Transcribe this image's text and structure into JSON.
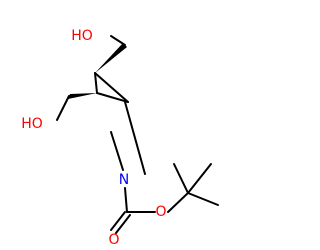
{
  "molecule": {
    "atoms": {
      "hydroxyl_top": {
        "symbol": "HO",
        "color": "#ff0000"
      },
      "hydroxyl_left": {
        "symbol": "HO",
        "color": "#ff0000"
      },
      "ring_nitrogen": {
        "symbol": "N",
        "color": "#0000ff"
      },
      "carbonyl_oxygen": {
        "symbol": "O",
        "color": "#ff0000"
      },
      "ester_oxygen": {
        "symbol": "O",
        "color": "#ff0000"
      }
    },
    "bond_color": "#000000"
  }
}
